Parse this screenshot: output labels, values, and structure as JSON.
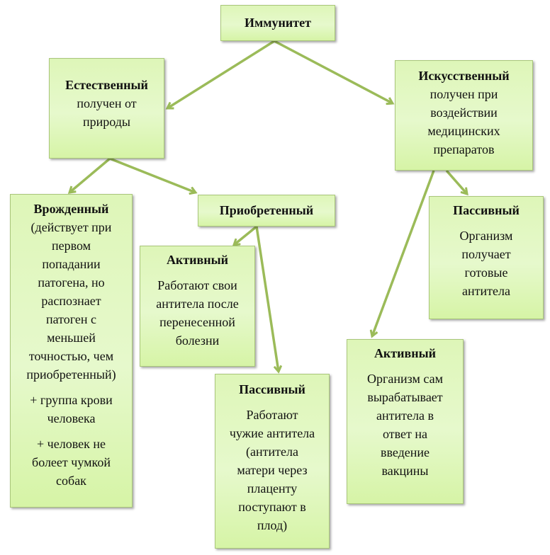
{
  "colors": {
    "arrow": "#9bbb59",
    "box_border": "#a9c67a"
  },
  "root": {
    "title": "Иммунитет"
  },
  "natural": {
    "title": "Естественный",
    "lines": [
      "получен от",
      "природы"
    ]
  },
  "artificial": {
    "title": "Искусственный",
    "lines": [
      "получен при",
      "воздействии",
      "медицинских",
      "препаратов"
    ]
  },
  "innate": {
    "title": "Врожденный",
    "lines": [
      "(действует при",
      "первом",
      "попадании",
      "патогена, но",
      "распознает",
      "патоген с",
      "меньшей",
      "точностью, чем",
      "приобретенный)"
    ],
    "note1": [
      "+ группа крови",
      "человека"
    ],
    "note2": [
      "+ человек не",
      "болеет чумкой",
      "собак"
    ]
  },
  "acquired": {
    "title": "Приобретенный"
  },
  "acquired_active": {
    "title": "Активный",
    "lines": [
      "Работают свои",
      "антитела после",
      "перенесенной",
      "болезни"
    ]
  },
  "acquired_passive": {
    "title": "Пассивный",
    "lines": [
      "Работают",
      "чужие антитела",
      "(антитела",
      "матери через",
      "плаценту",
      "поступают в",
      "плод)"
    ]
  },
  "artificial_passive": {
    "title": "Пассивный",
    "lines": [
      "Организм",
      "получает",
      "готовые",
      "антитела"
    ]
  },
  "artificial_active": {
    "title": "Активный",
    "lines": [
      "Организм сам",
      "вырабатывает",
      "антитела в",
      "ответ на",
      "введение",
      "вакцины"
    ]
  }
}
